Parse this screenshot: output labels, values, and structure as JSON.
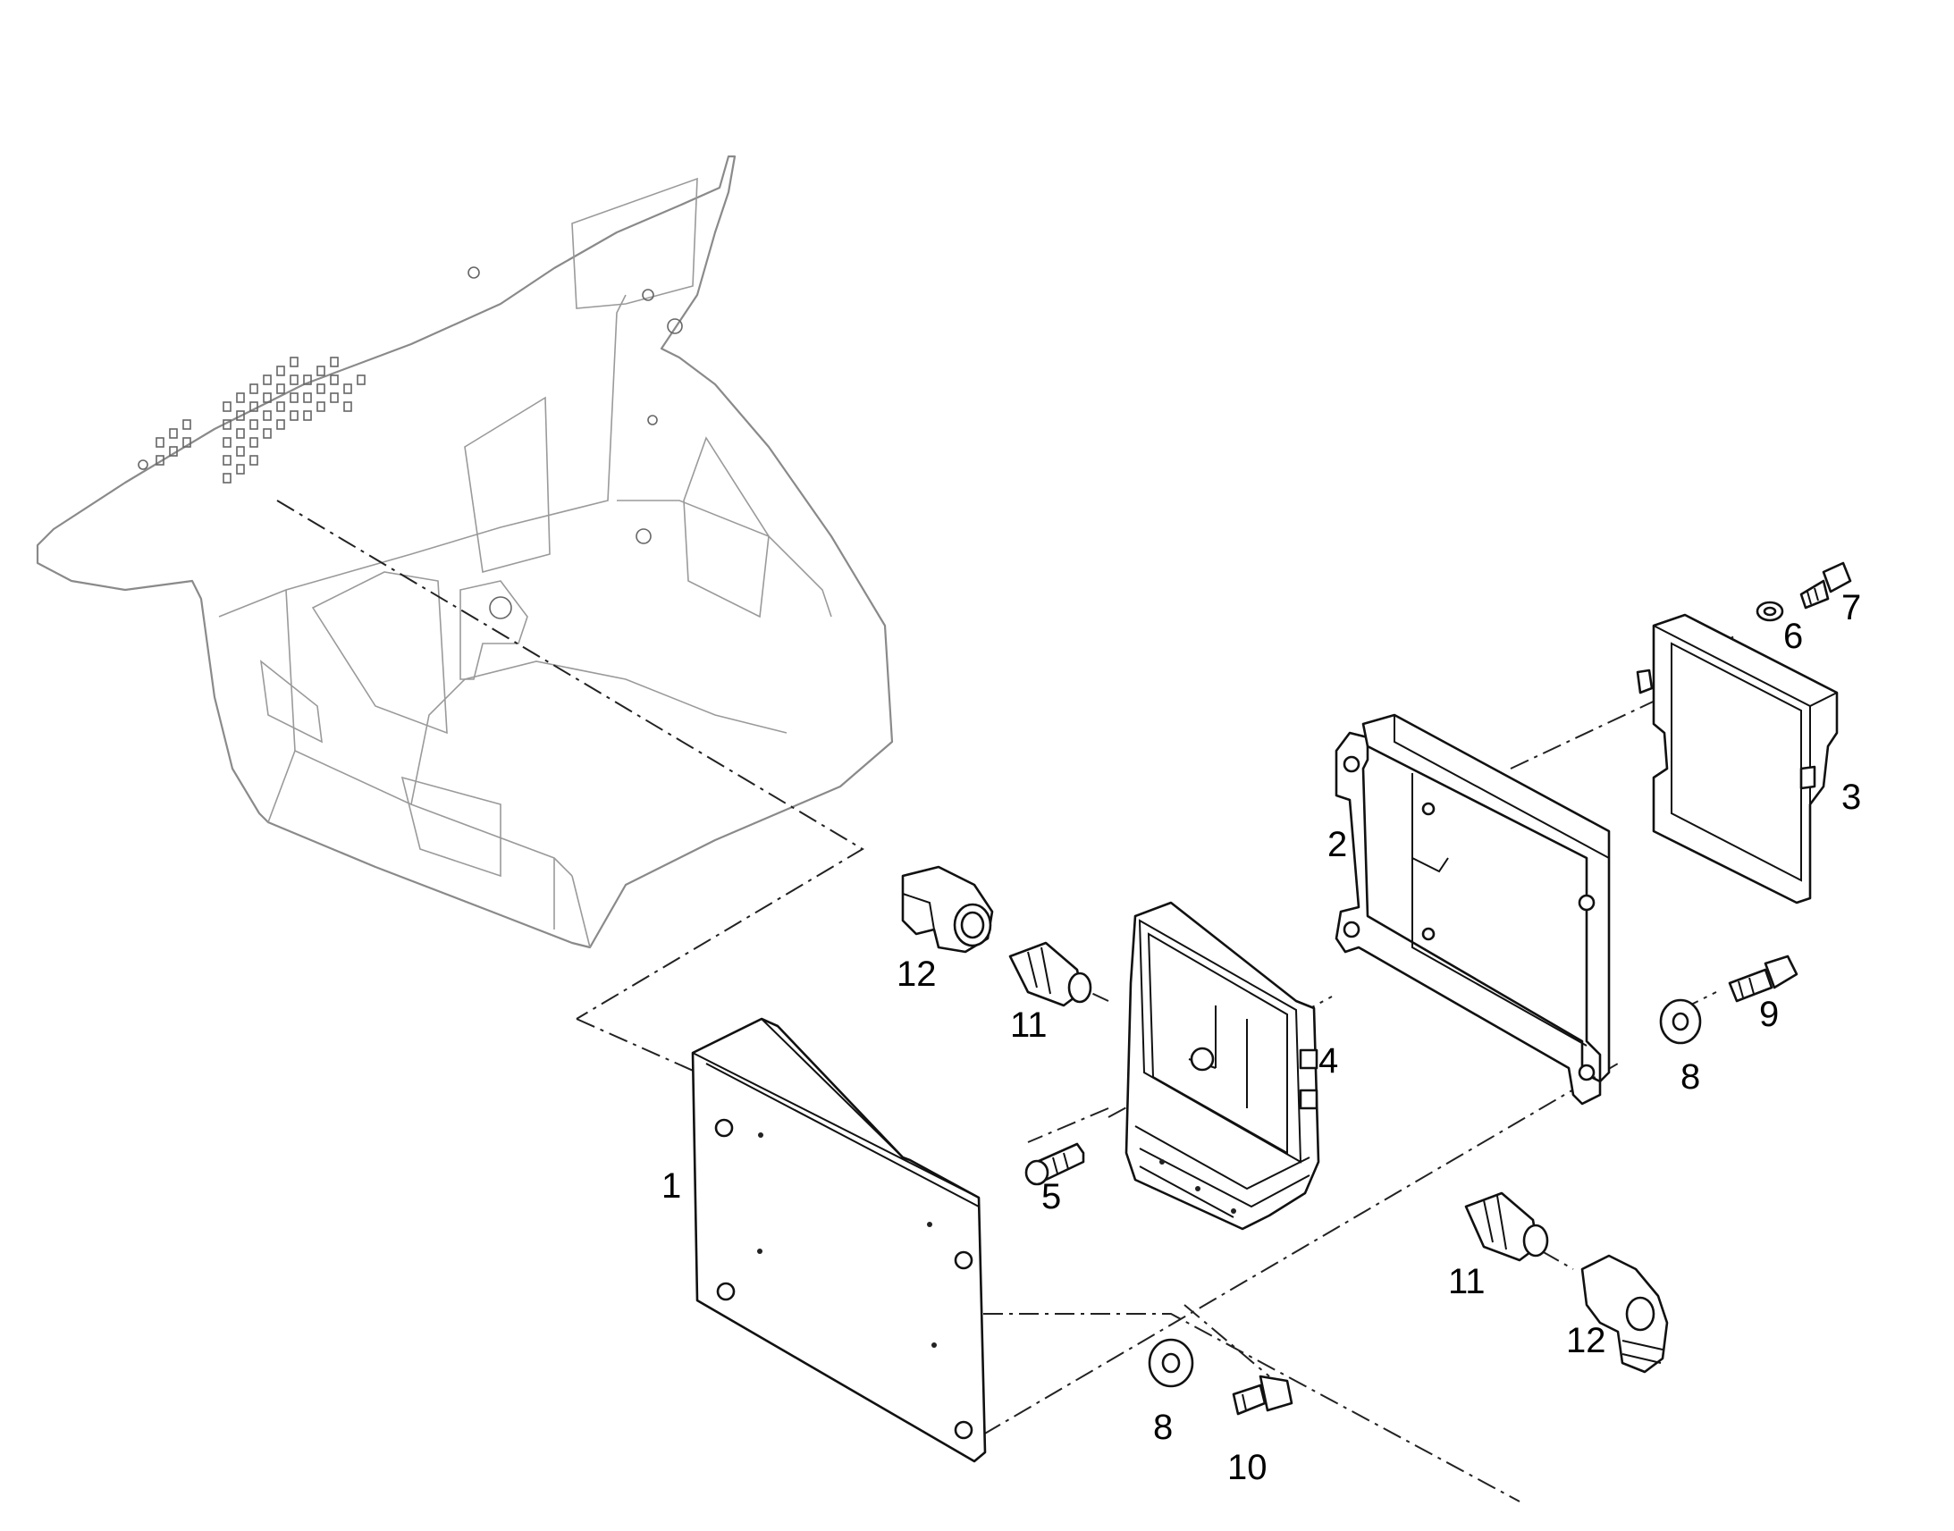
{
  "callouts": [
    {
      "id": "1",
      "text": "1"
    },
    {
      "id": "2",
      "text": "2"
    },
    {
      "id": "3",
      "text": "3"
    },
    {
      "id": "4",
      "text": "4"
    },
    {
      "id": "5",
      "text": "5"
    },
    {
      "id": "6",
      "text": "6"
    },
    {
      "id": "7",
      "text": "7"
    },
    {
      "id": "8a",
      "text": "8"
    },
    {
      "id": "8b",
      "text": "8"
    },
    {
      "id": "9",
      "text": "9"
    },
    {
      "id": "10",
      "text": "10"
    },
    {
      "id": "11a",
      "text": "11"
    },
    {
      "id": "11b",
      "text": "11"
    },
    {
      "id": "12a",
      "text": "12"
    },
    {
      "id": "12b",
      "text": "12"
    }
  ]
}
